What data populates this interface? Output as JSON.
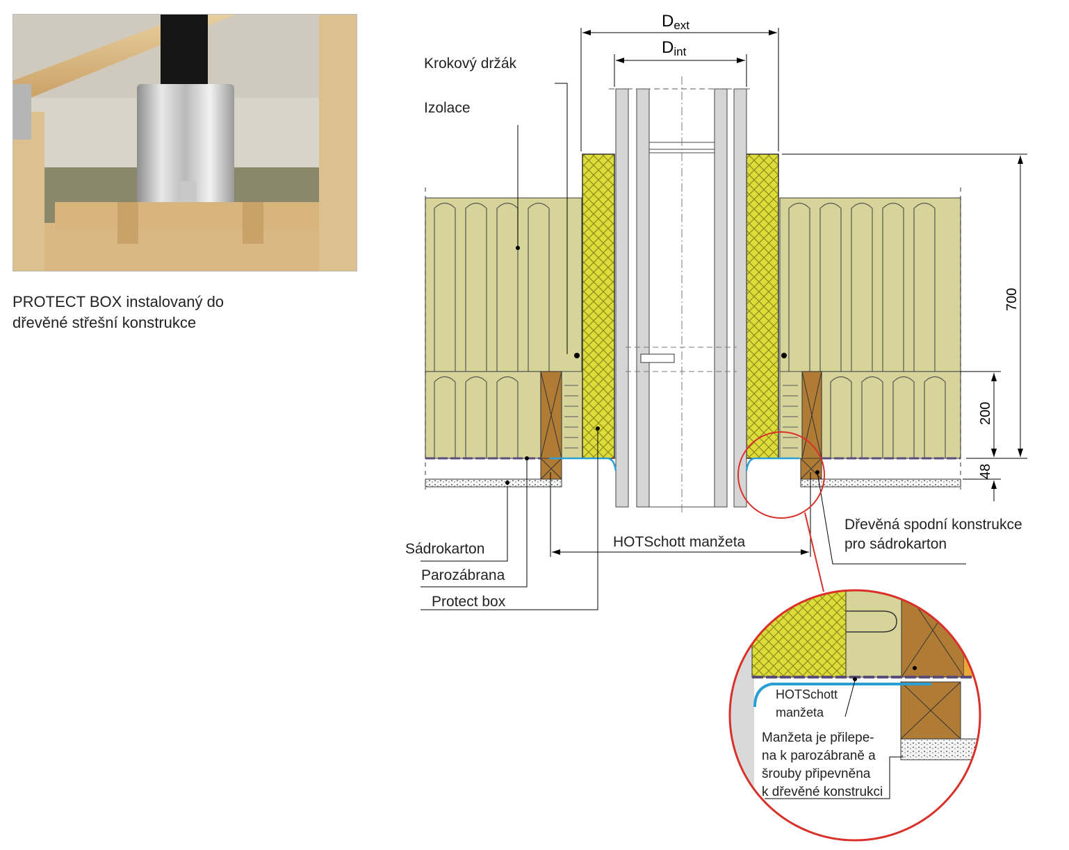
{
  "photo": {
    "caption_line1": "PROTECT BOX instalovaný do",
    "caption_line2": "dřevěné střešní konstrukce"
  },
  "drawing": {
    "dim_ext_main": "D",
    "dim_ext_sub": "ext",
    "dim_int_main": "D",
    "dim_int_sub": "int",
    "dim_700": "700",
    "dim_200": "200",
    "dim_48": "48",
    "label_krokovy": "Krokový držák",
    "label_izolace": "Izolace",
    "label_sadrokarton": "Sádrokarton",
    "label_parozabrana": "Parozábrana",
    "label_protect": "Protect box",
    "label_hotschott": "HOTSchott manžeta",
    "label_drevena1": "Dřevěná spodní konstrukce",
    "label_drevena2": "pro sádrokarton"
  },
  "detail": {
    "hot1": "HOTSchott",
    "hot2": "manžeta",
    "note1": "Manžeta je přilepe-",
    "note2": "na k parozábraně a",
    "note3": "šrouby připevněna",
    "note4": "k dřevěné konstrukci"
  },
  "colors": {
    "insulation": "#d7d49a",
    "protect_box": "#dcdc3a",
    "wood": "#b07c35",
    "membrane_blue": "#2a9fd6",
    "callout_red": "#d9302a",
    "pipe_gray": "#d5d5d5"
  }
}
